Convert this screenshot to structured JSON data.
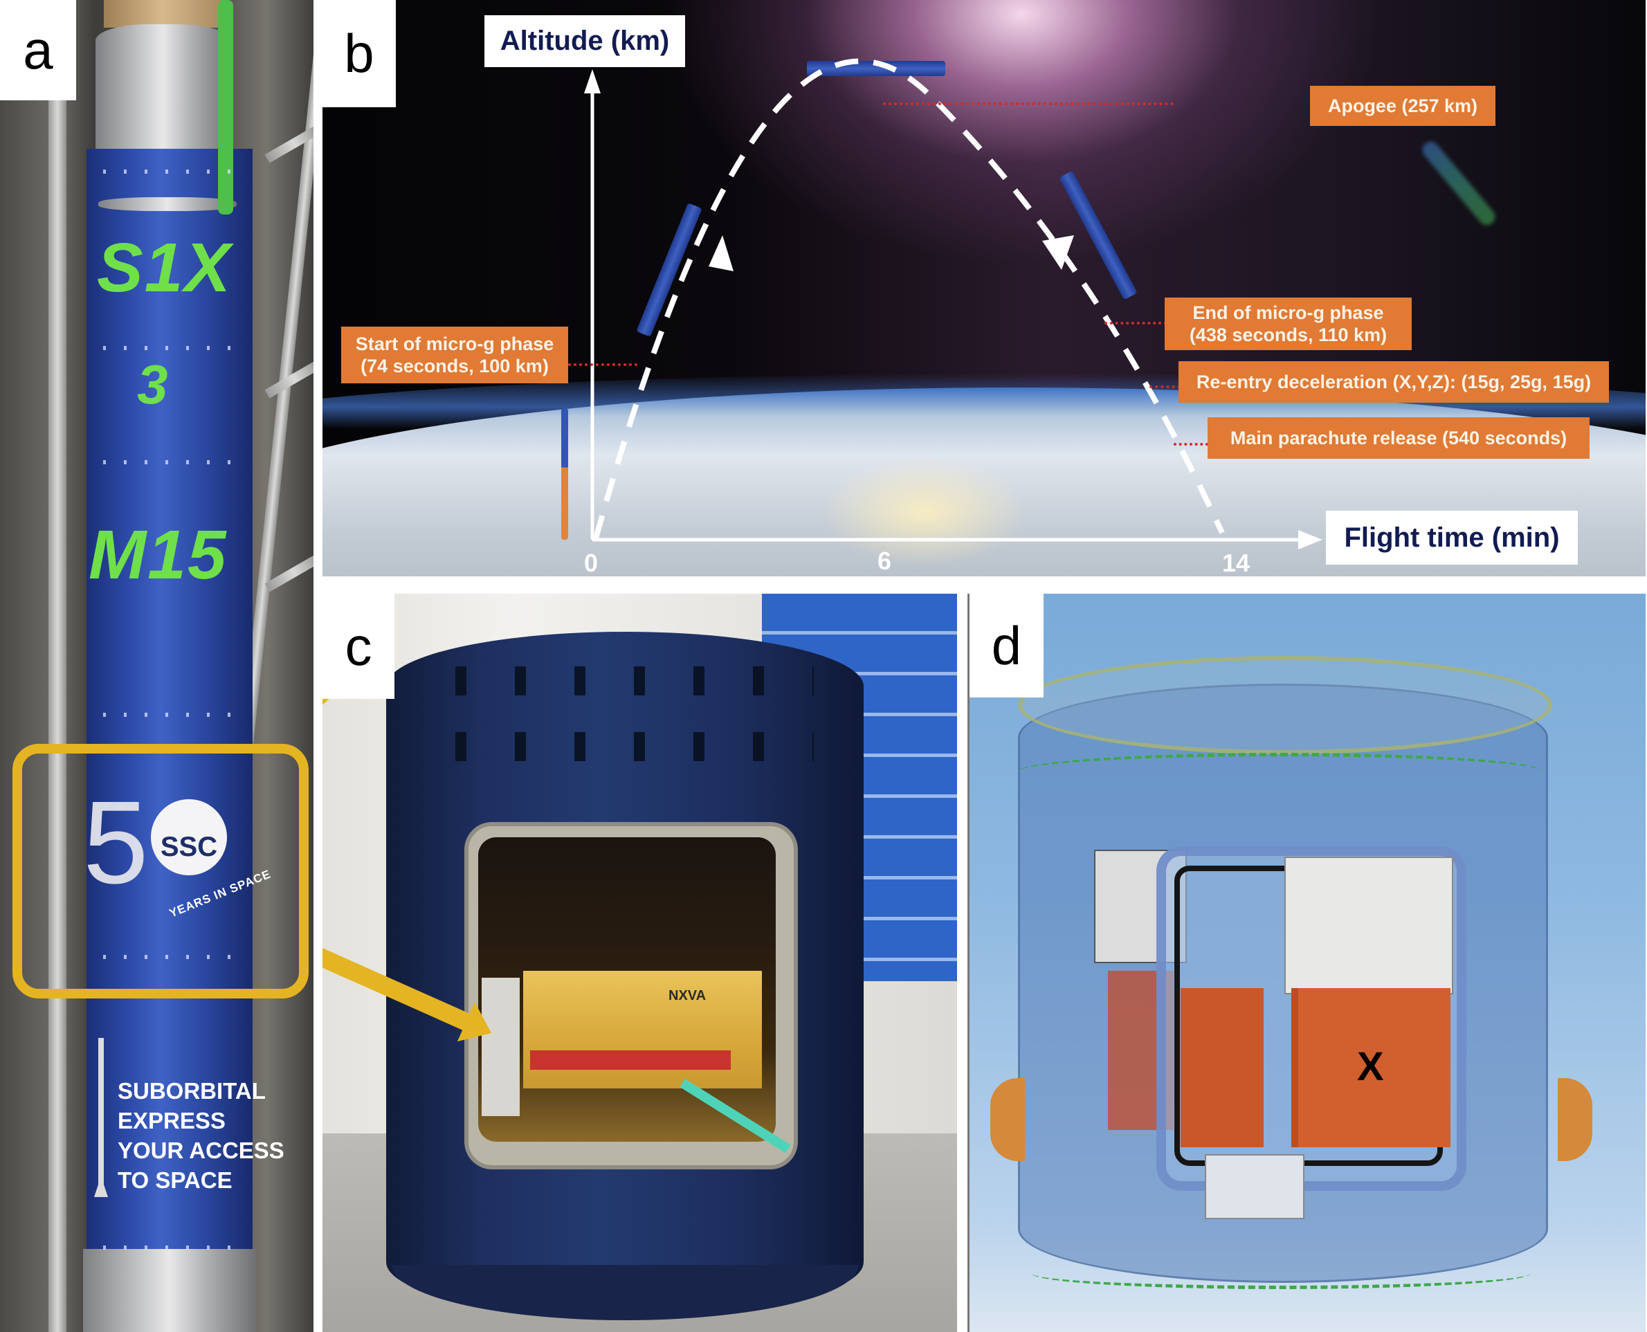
{
  "figure": {
    "panels": [
      "a",
      "b",
      "c",
      "d"
    ]
  },
  "panel_a": {
    "label": "a",
    "rocket_markings": {
      "line1": "S1X",
      "line2": "3",
      "line3": "M15"
    },
    "logo": {
      "numeral": "5",
      "brand": "SSC",
      "tagline": "YEARS IN SPACE"
    },
    "slogan": [
      "SUBORBITAL",
      "EXPRESS",
      "YOUR ACCESS",
      "TO SPACE"
    ],
    "highlight_color": "#e4b422",
    "rocket_color": "#2c4aa8",
    "marking_color": "#6fe04a"
  },
  "panel_b": {
    "label": "b",
    "y_axis_label": "Altitude (km)",
    "x_axis_label": "Flight time (min)",
    "x_ticks": [
      "0",
      "6",
      "14"
    ],
    "callouts": {
      "apogee": "Apogee (257 km)",
      "start_micro_g": {
        "line1": "Start of micro-g  phase",
        "line2": "(74 seconds, 100 km)"
      },
      "end_micro_g": {
        "line1": "End of micro-g phase",
        "line2": "(438 seconds, 110 km)"
      },
      "reentry": "Re-entry deceleration (X,Y,Z): (15g, 25g, 15g)",
      "parachute": "Main parachute release (540 seconds)"
    },
    "callout_color": "#e07a35",
    "leader_color": "#d42a2a",
    "axis_label_color": "#121c52"
  },
  "panel_c": {
    "label": "c",
    "payload_brand": "NXVA",
    "module_color": "#1e2f5f"
  },
  "panel_d": {
    "label": "d",
    "experiment_marker": "X",
    "experiment_color": "#d2602e"
  }
}
